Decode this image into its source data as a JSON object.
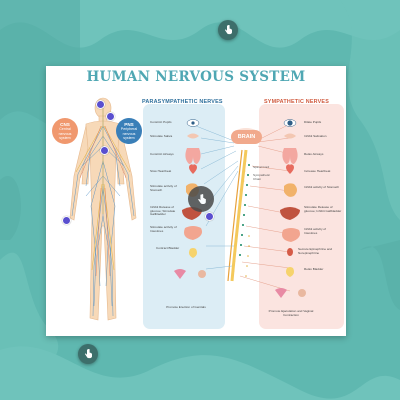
{
  "diagram": {
    "title": "HUMAN NERVOUS SYSTEM",
    "parasympathetic_header": "PARASYMPATHETIC NERVES",
    "sympathetic_header": "SYMPATHETIC NERVES",
    "brain_label": "BRAIN",
    "cns": {
      "abbr": "CNS",
      "line1": "Central",
      "line2": "nervous",
      "line3": "system"
    },
    "pns": {
      "abbr": "PNS",
      "line1": "Peripheral",
      "line2": "nervous",
      "line3": "system"
    },
    "spine_labels": {
      "spinal_cord": "Spinal Cord",
      "ganglia": "Sympathetic Chain"
    },
    "parasympathetic_labels": [
      "Constrict Pupils",
      "Stimulate Saliva",
      "Constrict Airways",
      "Slow Heartbeat",
      "Stimulate activity of Stomach",
      "Inhibit Release of glucose; Stimulate Gallbladder",
      "Stimulate activity of Intestines",
      "Contract Bladder",
      "Promote Erection of Genitals"
    ],
    "sympathetic_labels": [
      "Dilate Pupils",
      "Inhibit Salivation",
      "Relax Airways",
      "Increase Heartbeat",
      "Inhibit activity of Stomach",
      "Stimulate Release of glucose; Inhibit Gallbladder",
      "Inhibit activity of Intestines",
      "Secrete Epinephrine and Norepinephrine",
      "Relax Bladder",
      "Promote Ejaculation and Vaginal Contraction"
    ]
  },
  "colors": {
    "background": "#5fb8b0",
    "title": "#4fa7b3",
    "para_panel": "#dcedf5",
    "symp_panel": "#fbe4e0",
    "hotspot": "#5a4fcf"
  },
  "icons": {
    "pin": "touch-hand-icon",
    "center": "touch-hand-icon"
  }
}
